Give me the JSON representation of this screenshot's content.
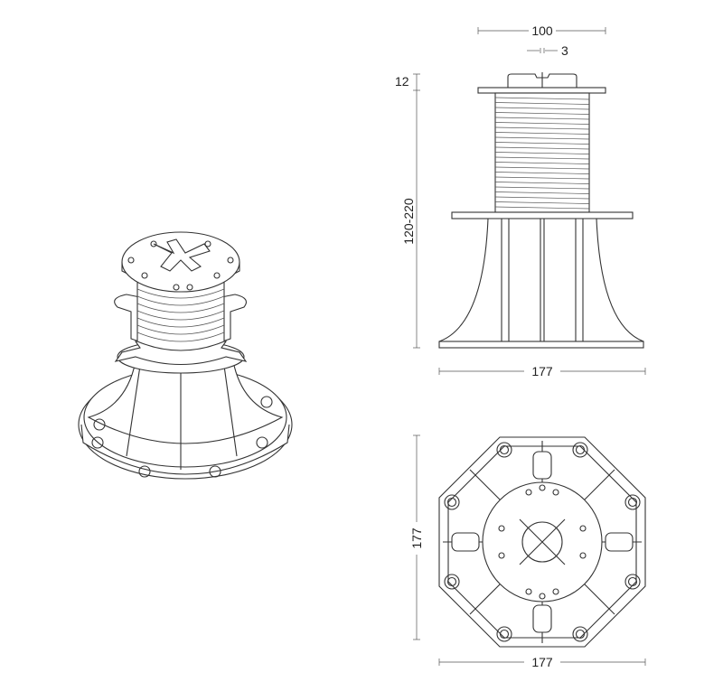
{
  "dimensions": {
    "cap_width": "100",
    "slot_width": "3",
    "cap_height": "12",
    "height_range": "120-220",
    "side_base_width": "177",
    "top_height": "177",
    "top_width": "177"
  },
  "colors": {
    "line": "#333333",
    "background": "#ffffff"
  }
}
